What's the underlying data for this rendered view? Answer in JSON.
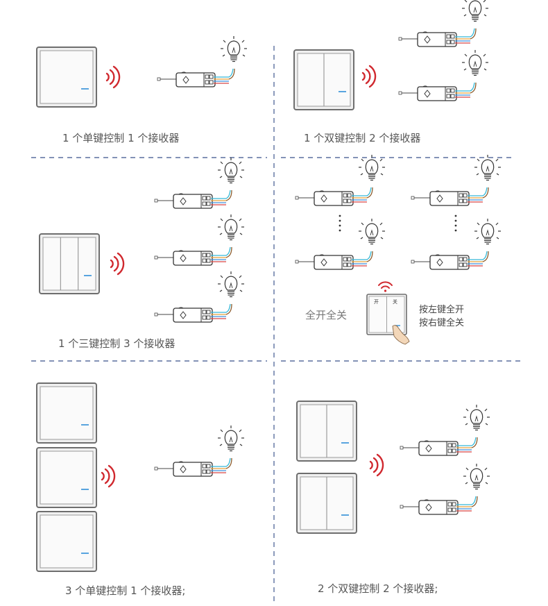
{
  "colors": {
    "divider": "#5a6f9e",
    "signal": "#d0282e",
    "accent": "#2f8fd8",
    "wire_red": "#d64545",
    "wire_blue": "#3f8fd9",
    "wire_cyan": "#35b8d6",
    "wire_orange": "#e3a13a",
    "wire_brown": "#8b5a2b"
  },
  "icons": [
    "wall-switch-icon",
    "radio-signal-icon",
    "receiver-module-icon",
    "light-bulb-icon",
    "wifi-signal-icon",
    "hand-press-icon"
  ],
  "captions": {
    "p1": "1 个单键控制 1 个接收器",
    "p2": "1 个双键控制 2 个接收器",
    "p3": "1 个三键控制 3 个接收器",
    "p5": "3 个单键控制 1 个接收器;",
    "p6": "2 个双键控制 2 个接收器;"
  },
  "panel4": {
    "mode_label": "全开全关",
    "key_left": "开",
    "key_right": "关",
    "note_line1": "按左键全开",
    "note_line2": "按右键全关"
  }
}
